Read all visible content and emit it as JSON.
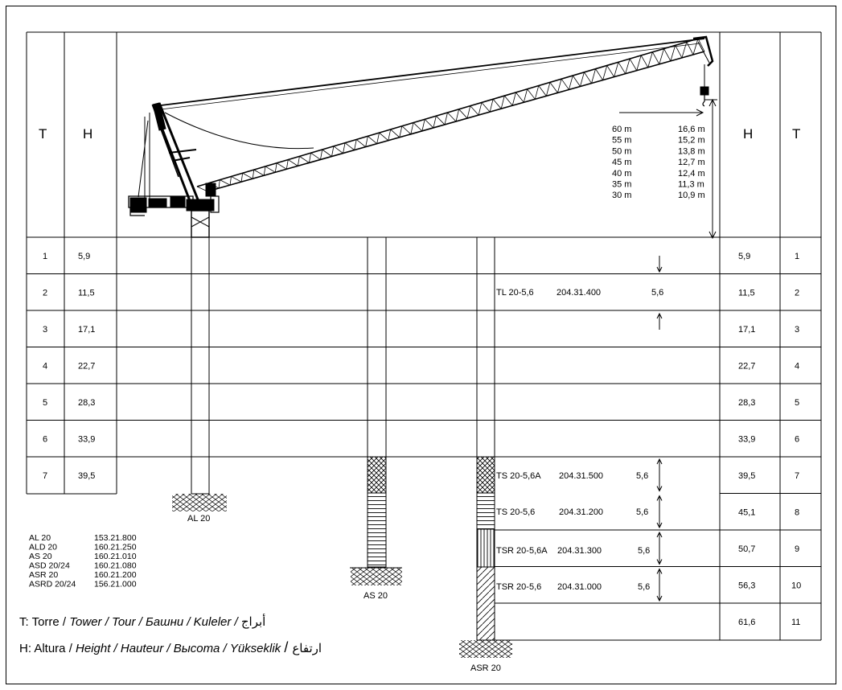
{
  "header": {
    "col_t": "T",
    "col_h": "H"
  },
  "jib_heights": [
    {
      "len": "60 m",
      "height": "16,6 m"
    },
    {
      "len": "55 m",
      "height": "15,2 m"
    },
    {
      "len": "50 m",
      "height": "13,8 m"
    },
    {
      "len": "45 m",
      "height": "12,7 m"
    },
    {
      "len": "40 m",
      "height": "12,4 m"
    },
    {
      "len": "35 m",
      "height": "11,3 m"
    },
    {
      "len": "30 m",
      "height": "10,9 m"
    }
  ],
  "left_rows": [
    {
      "t": "1",
      "h": "5,9"
    },
    {
      "t": "2",
      "h": "11,5"
    },
    {
      "t": "3",
      "h": "17,1"
    },
    {
      "t": "4",
      "h": "22,7"
    },
    {
      "t": "5",
      "h": "28,3"
    },
    {
      "t": "6",
      "h": "33,9"
    },
    {
      "t": "7",
      "h": "39,5"
    }
  ],
  "right_rows": [
    {
      "t": "1",
      "h": "5,9"
    },
    {
      "t": "2",
      "h": "11,5"
    },
    {
      "t": "3",
      "h": "17,1"
    },
    {
      "t": "4",
      "h": "22,7"
    },
    {
      "t": "5",
      "h": "28,3"
    },
    {
      "t": "6",
      "h": "33,9"
    },
    {
      "t": "7",
      "h": "39,5"
    },
    {
      "t": "8",
      "h": "45,1"
    },
    {
      "t": "9",
      "h": "50,7"
    },
    {
      "t": "10",
      "h": "56,3"
    },
    {
      "t": "11",
      "h": "61,6"
    }
  ],
  "mast_sections": [
    {
      "name": "TL 20-5,6",
      "code": "204.31.400",
      "len": "5,6"
    },
    {
      "name": "TS 20-5,6A",
      "code": "204.31.500",
      "len": "5,6"
    },
    {
      "name": "TS 20-5,6",
      "code": "204.31.200",
      "len": "5,6"
    },
    {
      "name": "TSR 20-5,6A",
      "code": "204.31.300",
      "len": "5,6"
    },
    {
      "name": "TSR 20-5,6",
      "code": "204.31.000",
      "len": "5,6"
    }
  ],
  "bases": {
    "al": "AL 20",
    "as": "AS 20",
    "asr": "ASR 20"
  },
  "base_codes": [
    {
      "name": "AL 20",
      "code": "153.21.800"
    },
    {
      "name": "ALD 20",
      "code": "160.21.250"
    },
    {
      "name": "AS 20",
      "code": "160.21.010"
    },
    {
      "name": "ASD 20/24",
      "code": "160.21.080"
    },
    {
      "name": "ASR 20",
      "code": "160.21.200"
    },
    {
      "name": "ASRD 20/24",
      "code": "156.21.000"
    }
  ],
  "legend": {
    "t_prefix": "T: Torre / ",
    "t_italic": "Tower / Tour / Башни / Kuleler / ",
    "t_arabic": "أبراج",
    "h_prefix": "H: Altura / ",
    "h_italic": "Height / Hauteur / Высота / Yükseklik ",
    "h_sep": "/ ",
    "h_arabic": "ارتفاع"
  }
}
